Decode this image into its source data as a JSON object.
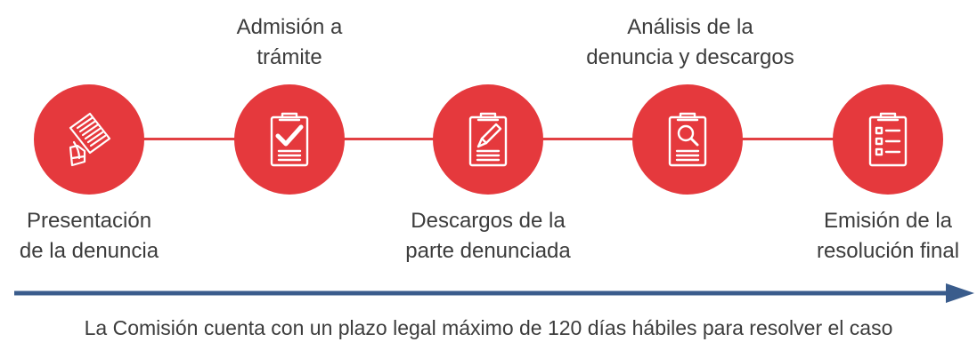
{
  "colors": {
    "accent": "#e5393d",
    "line": "#e24043",
    "arrow": "#3a5c8c",
    "text": "#3c3c3c"
  },
  "steps": [
    {
      "icon": "document-hand-icon",
      "label_line1": "Presentación",
      "label_line2": "de la denuncia",
      "label_position": "below"
    },
    {
      "icon": "clipboard-check-icon",
      "label_line1": "Admisión a",
      "label_line2": "trámite",
      "label_position": "above"
    },
    {
      "icon": "clipboard-pencil-icon",
      "label_line1": "Descargos de la",
      "label_line2": "parte denunciada",
      "label_position": "below"
    },
    {
      "icon": "clipboard-search-icon",
      "label_line1": "Análisis de la",
      "label_line2": "denuncia y descargos",
      "label_position": "above"
    },
    {
      "icon": "clipboard-checklist-icon",
      "label_line1": "Emisión de la",
      "label_line2": "resolución final",
      "label_position": "below"
    }
  ],
  "footnote": "La Comisión cuenta con un plazo legal máximo de 120 días hábiles para resolver el caso"
}
